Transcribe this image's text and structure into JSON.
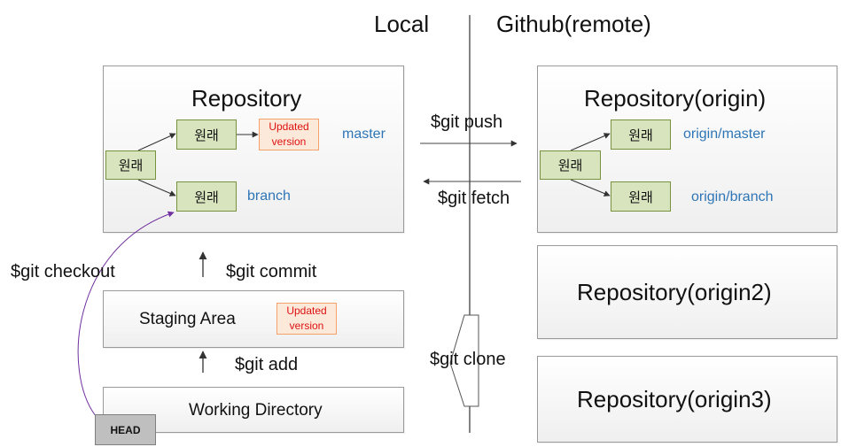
{
  "headers": {
    "local": "Local",
    "remote": "Github(remote)"
  },
  "local_repo": {
    "title": "Repository",
    "root_node": "원래",
    "master_node": "원래",
    "branch_node": "원래",
    "updated_badge": "Updated version",
    "master_label": "master",
    "branch_label": "branch"
  },
  "staging": {
    "title": "Staging Area",
    "updated_badge": "Updated version"
  },
  "working": {
    "title": "Working Directory",
    "head": "HEAD"
  },
  "commands": {
    "push": "$git push",
    "fetch": "$git fetch",
    "checkout": "$git checkout",
    "commit": "$git commit",
    "add": "$git add",
    "clone": "$git clone"
  },
  "remote_repo": {
    "title": "Repository(origin)",
    "root_node": "원래",
    "master_node": "원래",
    "branch_node": "원래",
    "master_label": "origin/master",
    "branch_label": "origin/branch"
  },
  "remote2": {
    "title": "Repository(origin2)"
  },
  "remote3": {
    "title": "Repository(origin3)"
  },
  "colors": {
    "node_fill": "#d7e4bd",
    "node_border": "#76923c",
    "badge_fill": "#fde9d9",
    "badge_text": "#dd1111",
    "branch_text": "#2e75b6",
    "checkout_curve": "#7030a0"
  }
}
